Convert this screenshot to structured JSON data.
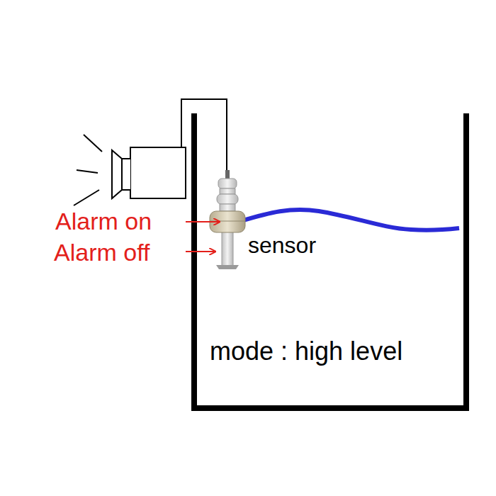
{
  "diagram": {
    "labels": [
      "Alarm on",
      "Alarm off",
      "sensor",
      "mode : high level"
    ]
  }
}
